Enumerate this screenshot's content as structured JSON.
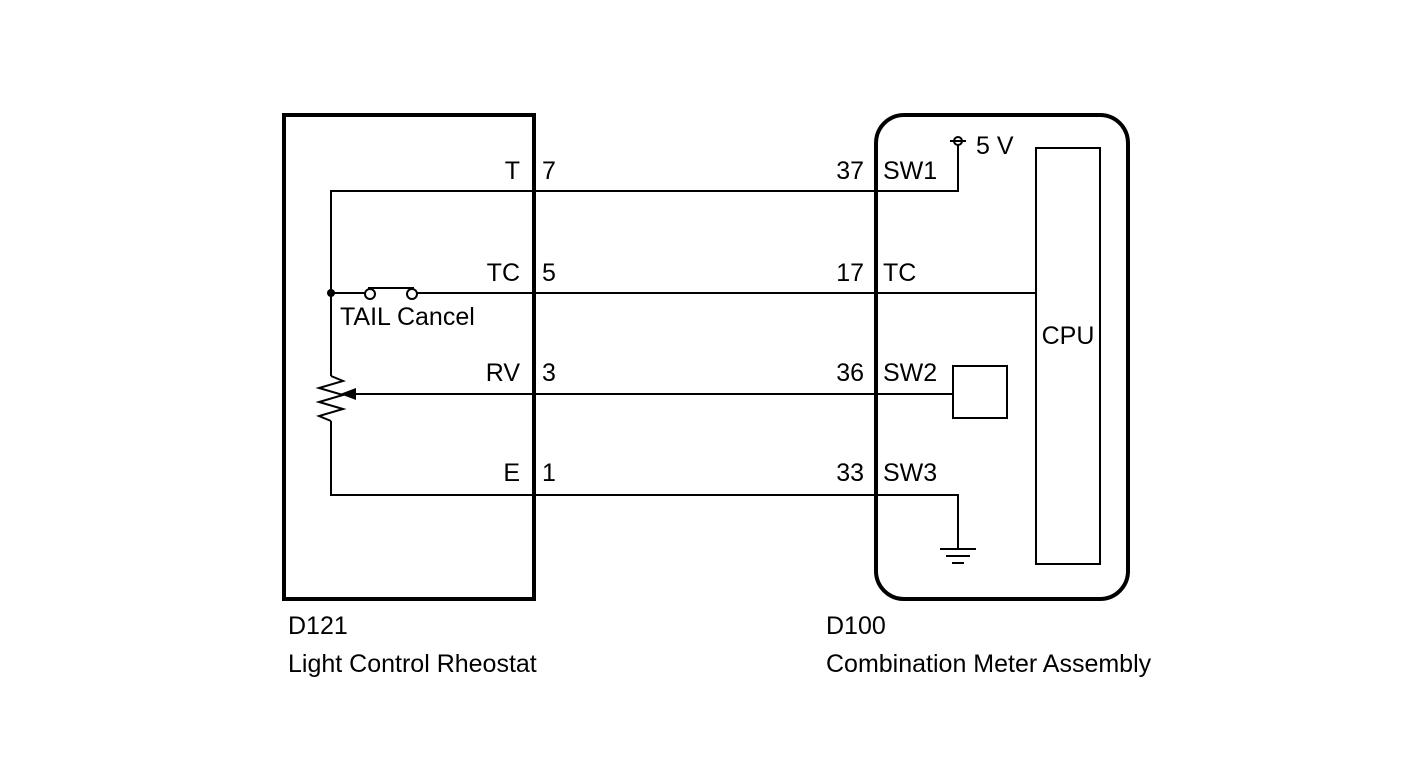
{
  "left_component": {
    "code": "D121",
    "name": "Light Control Rheostat",
    "pins": [
      {
        "label": "T",
        "number": "7"
      },
      {
        "label": "TC",
        "number": "5"
      },
      {
        "label": "RV",
        "number": "3"
      },
      {
        "label": "E",
        "number": "1"
      }
    ],
    "switch_label": "TAIL Cancel"
  },
  "right_component": {
    "code": "D100",
    "name": "Combination Meter Assembly",
    "pins": [
      {
        "label": "SW1",
        "number": "37"
      },
      {
        "label": "TC",
        "number": "17"
      },
      {
        "label": "SW2",
        "number": "36"
      },
      {
        "label": "SW3",
        "number": "33"
      }
    ],
    "supply_label": "5 V",
    "cpu_label": "CPU"
  }
}
